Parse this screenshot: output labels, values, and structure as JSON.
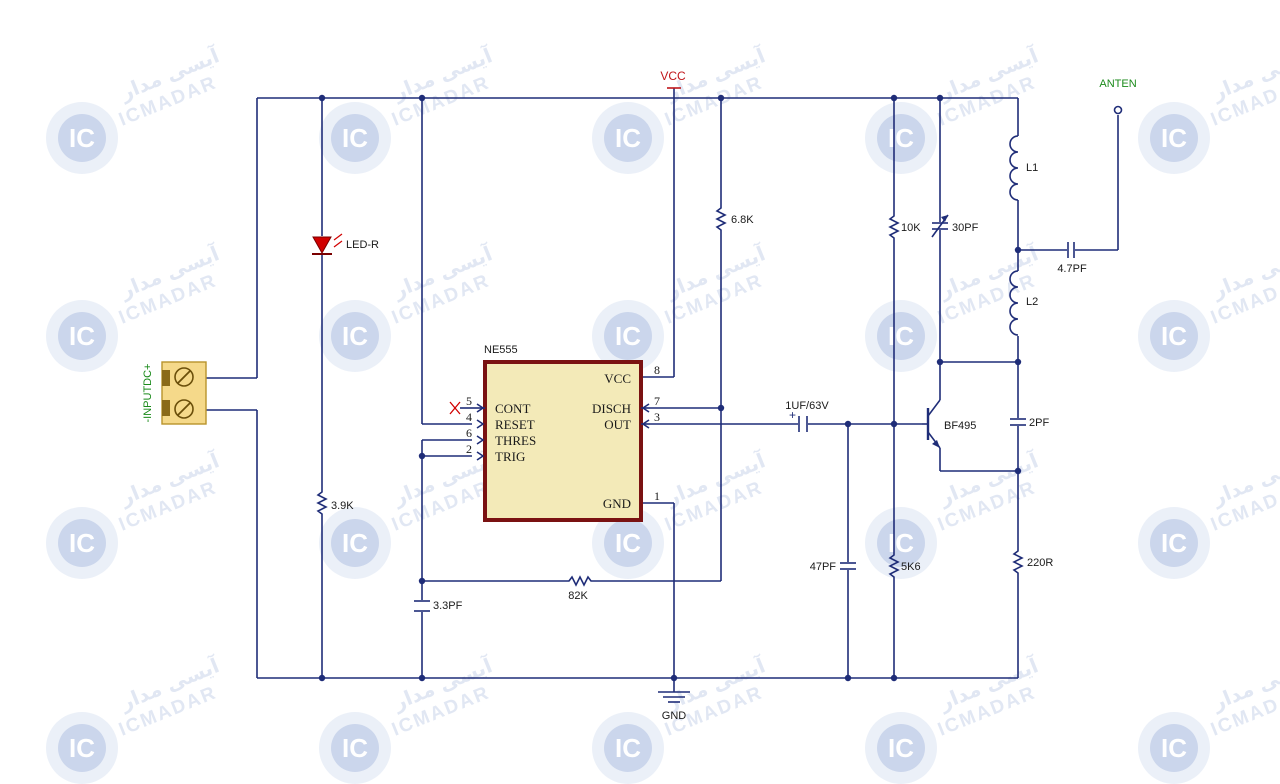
{
  "nodes": {
    "vcc": "VCC",
    "gnd": "GND",
    "antenna": "ANTEN"
  },
  "connector": {
    "label": "-INPUTDC+"
  },
  "ic": {
    "name": "NE555",
    "pins": {
      "vcc": {
        "num": "8",
        "fn": "VCC"
      },
      "cont": {
        "num": "5",
        "fn": "CONT"
      },
      "reset": {
        "num": "4",
        "fn": "RESET"
      },
      "thres": {
        "num": "6",
        "fn": "THRES"
      },
      "trig": {
        "num": "2",
        "fn": "TRIG"
      },
      "disch": {
        "num": "7",
        "fn": "DISCH"
      },
      "out": {
        "num": "3",
        "fn": "OUT"
      },
      "gnd": {
        "num": "1",
        "fn": "GND"
      }
    }
  },
  "components": {
    "led": "LED-R",
    "r_led": "3.9K",
    "r_disch": "6.8K",
    "r_fb": "82K",
    "c_timing": "3.3PF",
    "c_coupling": "1UF/63V",
    "c_base": "47PF",
    "r_bias_top": "10K",
    "r_bias_bottom": "5K6",
    "c_trimmer": "30PF",
    "transistor": "BF495",
    "l1": "L1",
    "l2": "L2",
    "c_antenna": "4.7PF",
    "c_feedback": "2PF",
    "r_emitter": "220R"
  },
  "watermark": {
    "brand": "ICMADAR",
    "brand_fa": "آیسی مدار",
    "badge": "IC"
  },
  "colors": {
    "wire": "#1f2d78",
    "ic_border": "#7a1212",
    "ic_fill": "#f3eab8",
    "led": "#d10000",
    "vcc_label": "#c0161b",
    "antenna_label": "#1a8a1a",
    "connector_fill": "#f5d98a",
    "watermark": "#c9d4ea"
  }
}
